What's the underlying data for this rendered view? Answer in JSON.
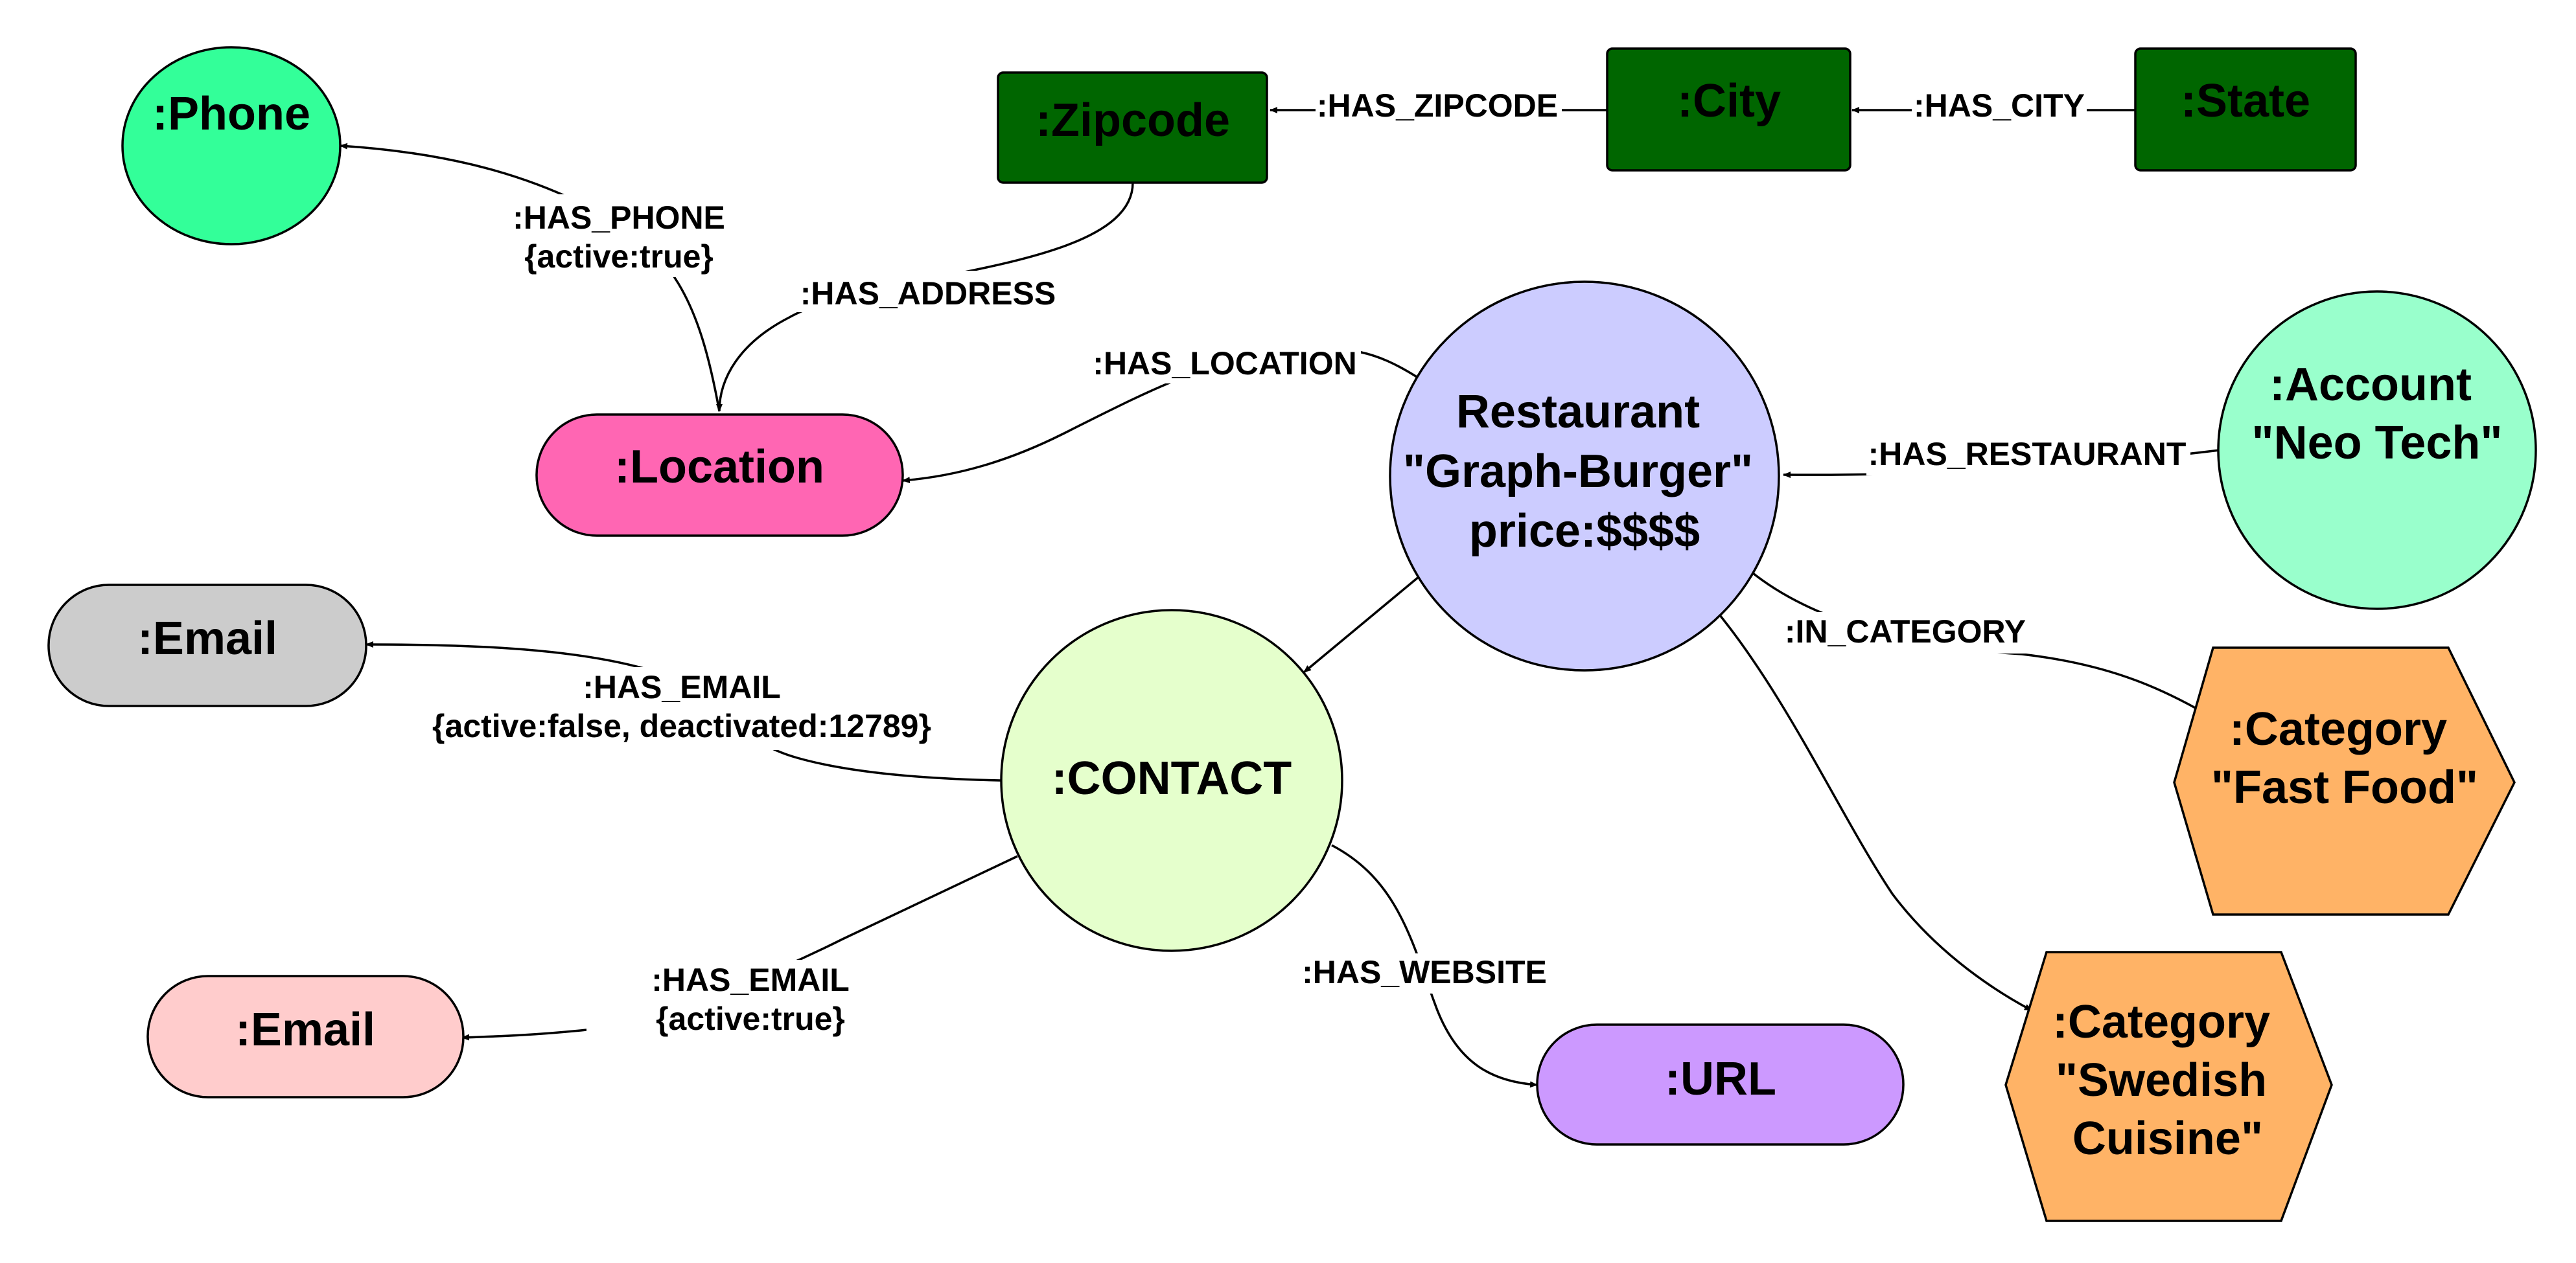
{
  "nodes": {
    "phone": {
      "lines": [
        ":Phone"
      ],
      "fill": "#33ff99",
      "text_color": "#000000"
    },
    "zipcode": {
      "lines": [
        ":Zipcode"
      ],
      "fill": "#006600",
      "text_color": "#ffff99"
    },
    "city": {
      "lines": [
        ":City"
      ],
      "fill": "#006600",
      "text_color": "#ffff99"
    },
    "state": {
      "lines": [
        ":State"
      ],
      "fill": "#006600",
      "text_color": "#ffff99"
    },
    "location": {
      "lines": [
        ":Location"
      ],
      "fill": "#ff66b3",
      "text_color": "#000000"
    },
    "restaurant": {
      "lines": [
        "Restaurant",
        "\"Graph-Burger\"",
        "price:$$$$"
      ],
      "fill": "#ccccff",
      "text_color": "#000000"
    },
    "account": {
      "lines": [
        ":Account",
        "\"Neo Tech\""
      ],
      "fill": "#99ffcc",
      "text_color": "#000000"
    },
    "email_inactive": {
      "lines": [
        ":Email"
      ],
      "fill": "#cccccc",
      "text_color": "#000000"
    },
    "contact": {
      "lines": [
        ":CONTACT"
      ],
      "fill": "#e5ffcc",
      "text_color": "#000000"
    },
    "category_fastfood": {
      "lines": [
        ":Category",
        "\"Fast Food\""
      ],
      "fill": "#ffb366",
      "text_color": "#000000"
    },
    "email_active": {
      "lines": [
        ":Email"
      ],
      "fill": "#ffcccc",
      "text_color": "#000000"
    },
    "url": {
      "lines": [
        ":URL"
      ],
      "fill": "#cc99ff",
      "text_color": "#000000"
    },
    "category_swedish": {
      "lines": [
        ":Category",
        "\"Swedish",
        "Cuisine\""
      ],
      "fill": "#ffb366",
      "text_color": "#000000"
    }
  },
  "edges": {
    "has_phone": {
      "lines": [
        ":HAS_PHONE",
        "{active:true}"
      ]
    },
    "has_zipcode": {
      "lines": [
        ":HAS_ZIPCODE"
      ]
    },
    "has_city": {
      "lines": [
        ":HAS_CITY"
      ]
    },
    "has_address": {
      "lines": [
        ":HAS_ADDRESS"
      ]
    },
    "has_location": {
      "lines": [
        ":HAS_LOCATION"
      ]
    },
    "has_restaurant": {
      "lines": [
        ":HAS_RESTAURANT"
      ]
    },
    "in_category": {
      "lines": [
        ":IN_CATEGORY"
      ]
    },
    "has_email_inactive": {
      "lines": [
        ":HAS_EMAIL",
        "{active:false, deactivated:12789}"
      ]
    },
    "has_email_active": {
      "lines": [
        ":HAS_EMAIL",
        "{active:true}"
      ]
    },
    "has_website": {
      "lines": [
        ":HAS_WEBSITE"
      ]
    }
  }
}
